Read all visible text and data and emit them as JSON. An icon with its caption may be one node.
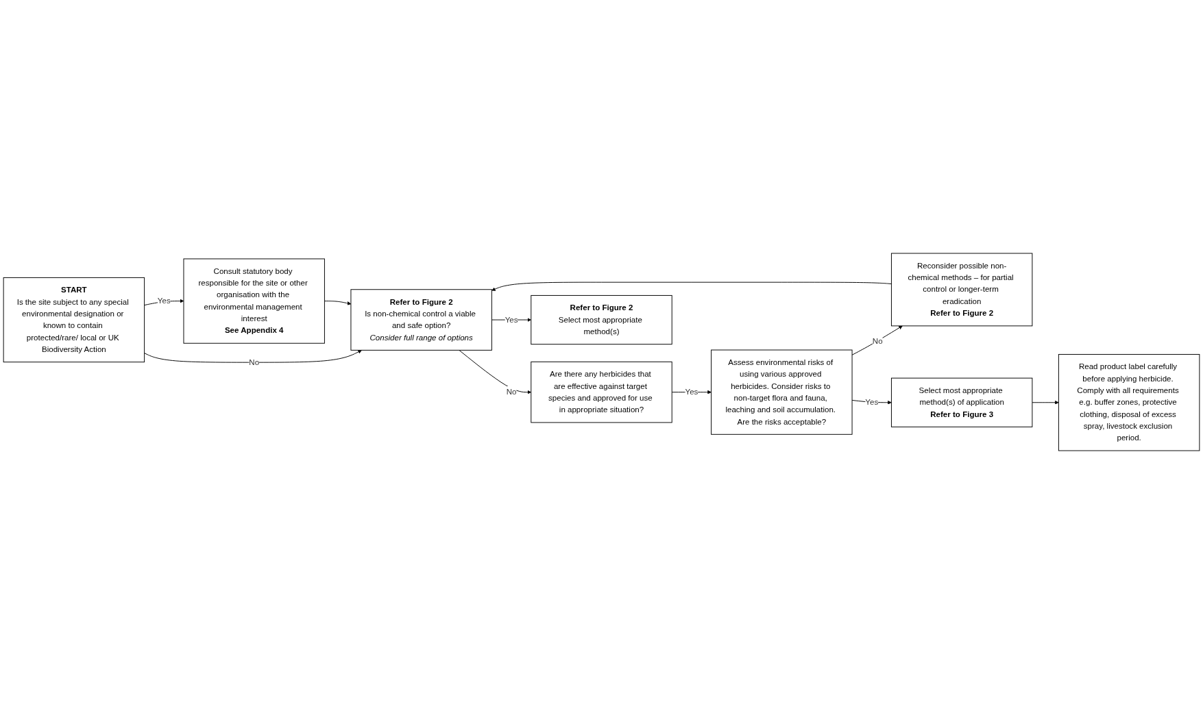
{
  "diagram": {
    "nodes": [
      {
        "text": [
          "START",
          "Is the site subject to any special environmental designation or known to contain protected/rare/ local or UK Biodiversity Action"
        ]
      },
      {
        "text": [
          "Refer to Figure 2",
          "Is non-chemical control a viable and safe option?",
          "Consider full range of options"
        ]
      },
      {
        "text": [
          "Are there any herbicides that are effective against target species and approved for use in appropriate situation?"
        ]
      },
      {
        "text": [
          "Consult statutory body responsible for the site or other organisation with the environmental management interest",
          "See Appendix 4"
        ]
      },
      {
        "text": [
          "Reconsider possible non-chemical methods – for partial control or longer-term eradication",
          "Refer to Figure 2"
        ]
      },
      {
        "text": [
          "Assess environmental risks of using various approved herbicides. Consider risks to non-target flora and fauna, leaching and soil accumulation. Are the risks acceptable?"
        ]
      },
      {
        "text": [
          "Refer to Figure 2",
          "Select most appropriate method(s)"
        ]
      },
      {
        "text": [
          "Read product label carefully before applying herbicide. Comply with all requirements e.g. buffer zones, protective clothing, disposal of excess spray, livestock exclusion period."
        ]
      },
      {
        "text": [
          "Select most appropriate method(s) of application",
          "Refer to Figure 3"
        ]
      }
    ],
    "edges": [
      {
        "from": 0,
        "to": 1,
        "label": "No",
        "arrow": "to"
      },
      {
        "from": 0,
        "to": 3,
        "label": "Yes",
        "arrow": "to"
      },
      {
        "from": 3,
        "to": 1,
        "arrow": "to"
      },
      {
        "from": 1,
        "to": 6,
        "label": "Yes",
        "arrow": "to"
      },
      {
        "from": 1,
        "to": 2,
        "label": "No",
        "arrow": "to"
      },
      {
        "from": 2,
        "to": 5,
        "label": "Yes",
        "arrow": "to"
      },
      {
        "from": 5,
        "to": 4,
        "label": "No",
        "arrow": "to"
      },
      {
        "from": 4,
        "to": 1,
        "arrow": "to"
      },
      {
        "from": 5,
        "to": 8,
        "label": "Yes",
        "arrow": "to"
      },
      {
        "from": 8,
        "to": 7,
        "arrow": "to"
      }
    ]
  }
}
